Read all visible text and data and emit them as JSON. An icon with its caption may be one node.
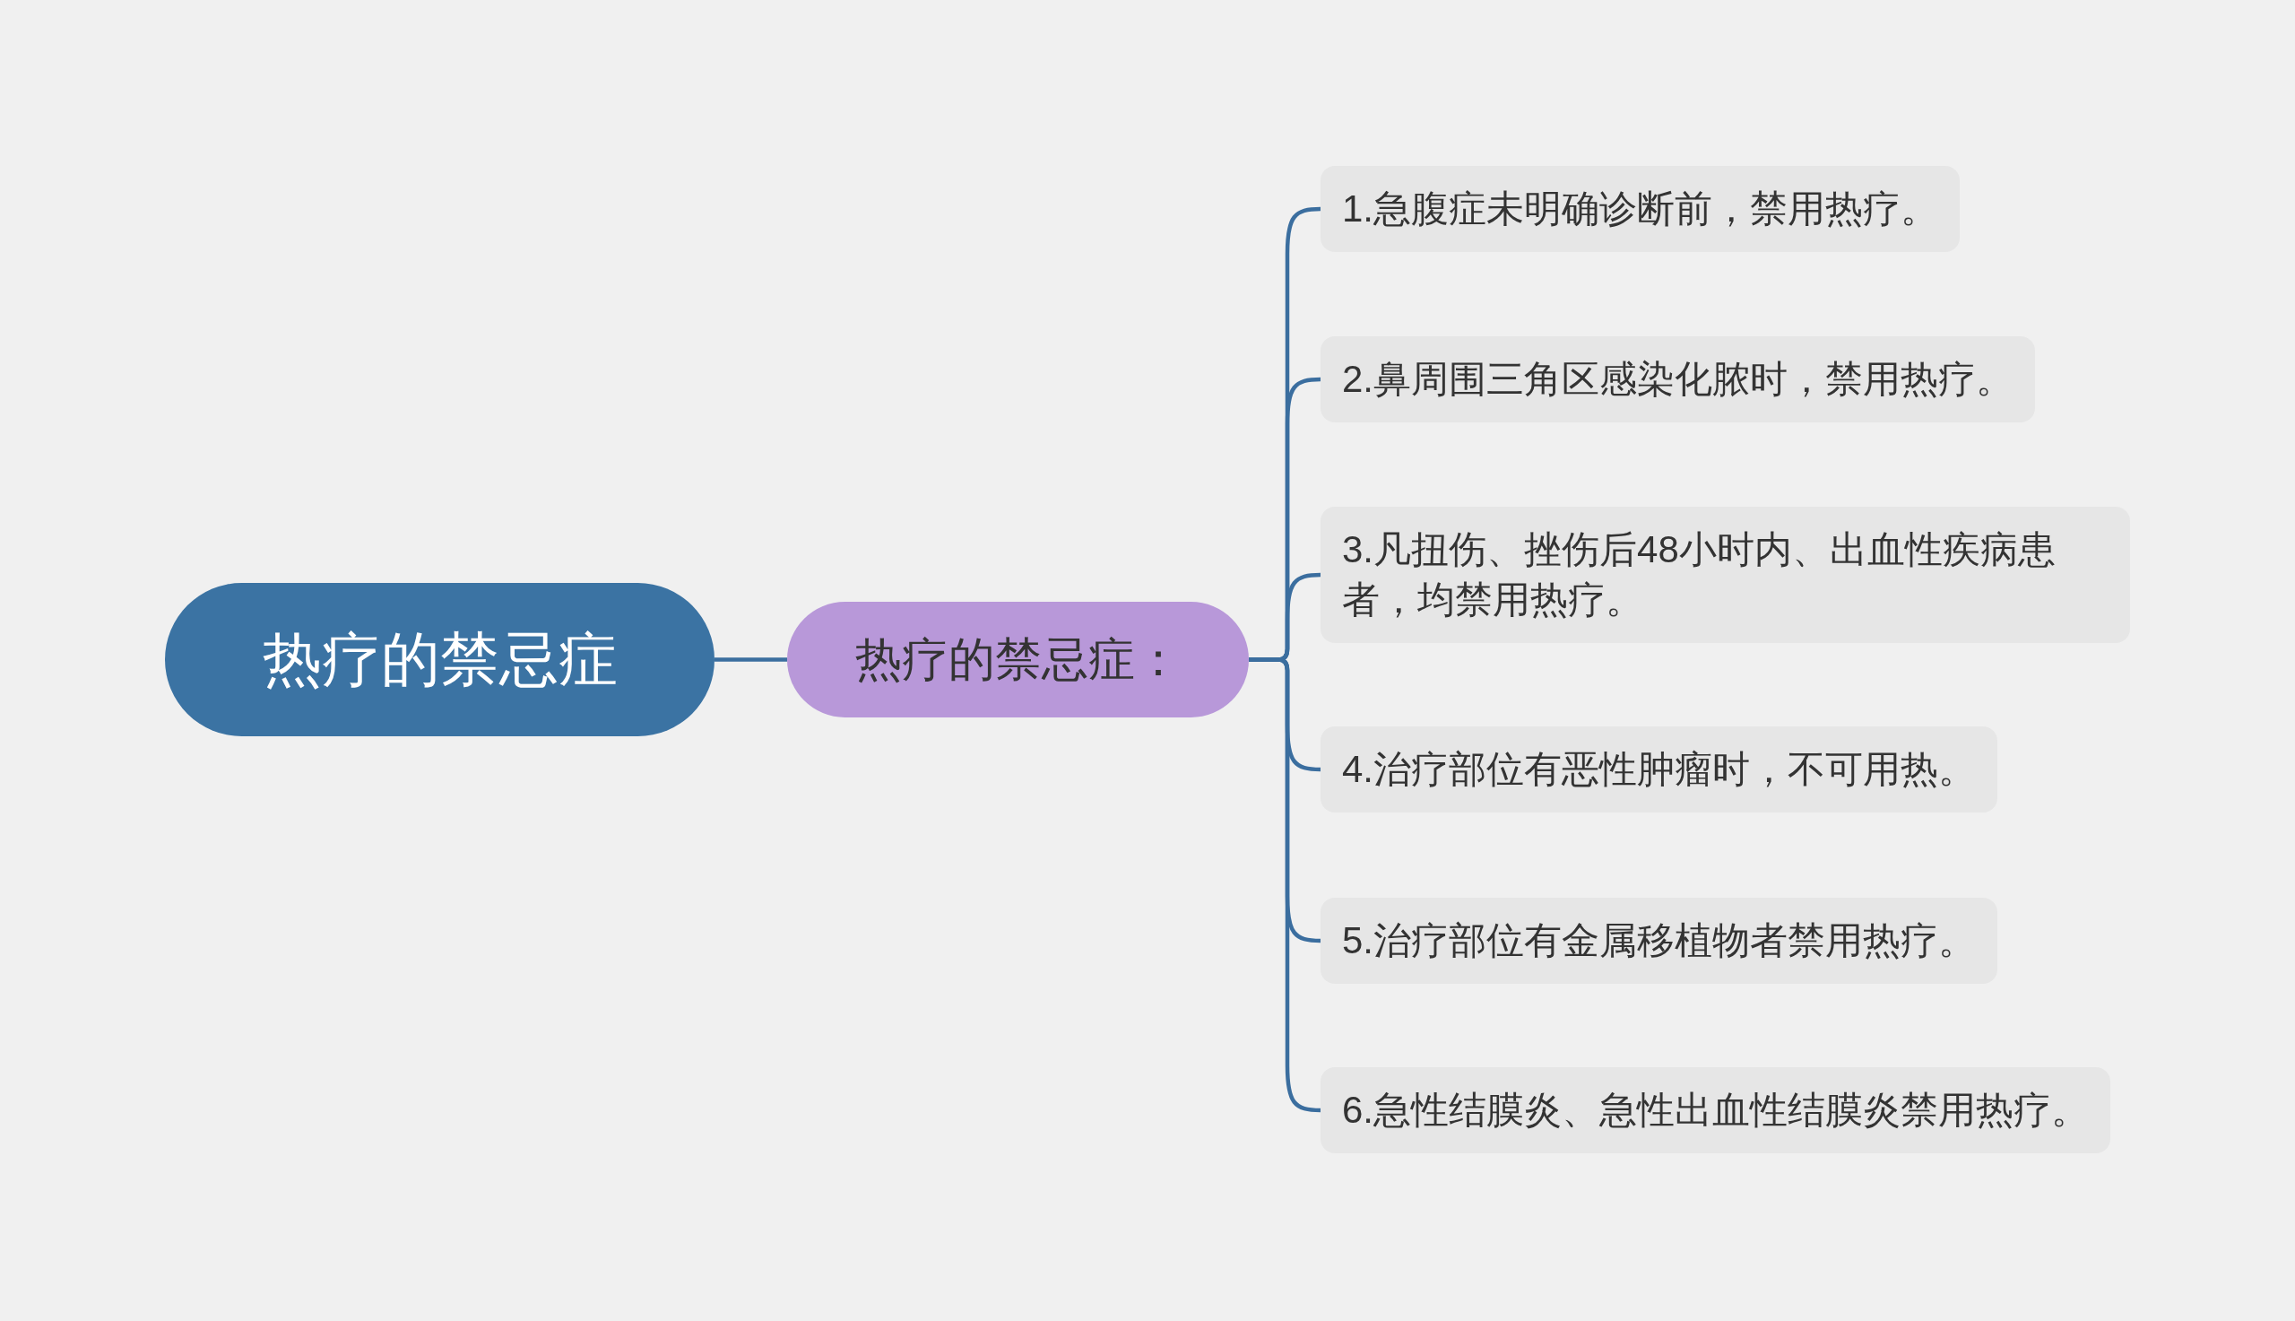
{
  "diagram": {
    "nodes": [
      {
        "text": [
          "热疗的禁忌症"
        ]
      },
      {
        "text": [
          "热疗的禁忌症："
        ]
      },
      {
        "text": [
          "1.急腹症未明确诊断前，禁用热疗。"
        ]
      },
      {
        "text": [
          "2.鼻周围三角区感染化脓时，禁用热疗。"
        ]
      },
      {
        "text": [
          "3.凡扭伤、挫伤后48小时内、出血性疾病患者，均禁用热疗。"
        ]
      },
      {
        "text": [
          "4.治疗部位有恶性肿瘤时，不可用热。"
        ]
      },
      {
        "text": [
          "5.治疗部位有金属移植物者禁用热疗。"
        ]
      },
      {
        "text": [
          "6.急性结膜炎、急性出血性结膜炎禁用热疗。"
        ]
      }
    ],
    "edges": [
      {
        "from": 0,
        "to": 1,
        "arrow": "none"
      },
      {
        "from": 1,
        "to": 2,
        "arrow": "none"
      },
      {
        "from": 1,
        "to": 3,
        "arrow": "none"
      },
      {
        "from": 1,
        "to": 4,
        "arrow": "none"
      },
      {
        "from": 1,
        "to": 5,
        "arrow": "none"
      },
      {
        "from": 1,
        "to": 6,
        "arrow": "none"
      },
      {
        "from": 1,
        "to": 7,
        "arrow": "none"
      }
    ]
  }
}
